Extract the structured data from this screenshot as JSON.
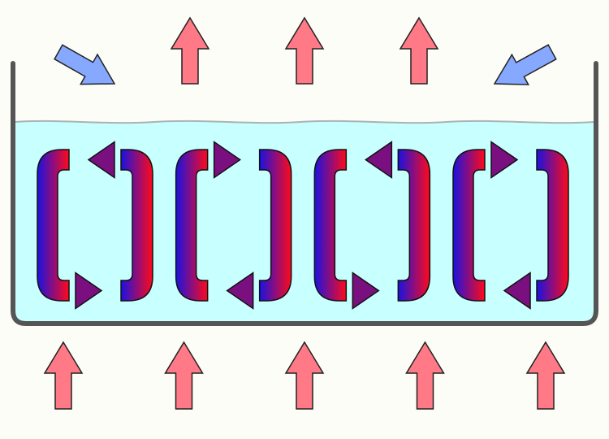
{
  "diagram": {
    "background_color": "#fdfdf7",
    "container": {
      "wall_color": "#555555"
    },
    "water": {
      "fill_color": "#c8ffff",
      "surface_color": "#a8b4b4"
    },
    "heat_arrows": {
      "fill_color": "#ff7a86",
      "stroke_color": "#222222",
      "direction": "up",
      "top_count": 3,
      "bottom_count": 5
    },
    "cool_inflow_arrows": {
      "fill_color": "#87a8ff",
      "stroke_color": "#222222",
      "count": 2
    },
    "convection_cells": {
      "count": 4,
      "rotation_sequence": [
        "counterclockwise",
        "clockwise",
        "counterclockwise",
        "clockwise"
      ],
      "cold_color": "#1a12e0",
      "warm_color": "#ff0a1a",
      "stroke_color": "#111111"
    }
  }
}
